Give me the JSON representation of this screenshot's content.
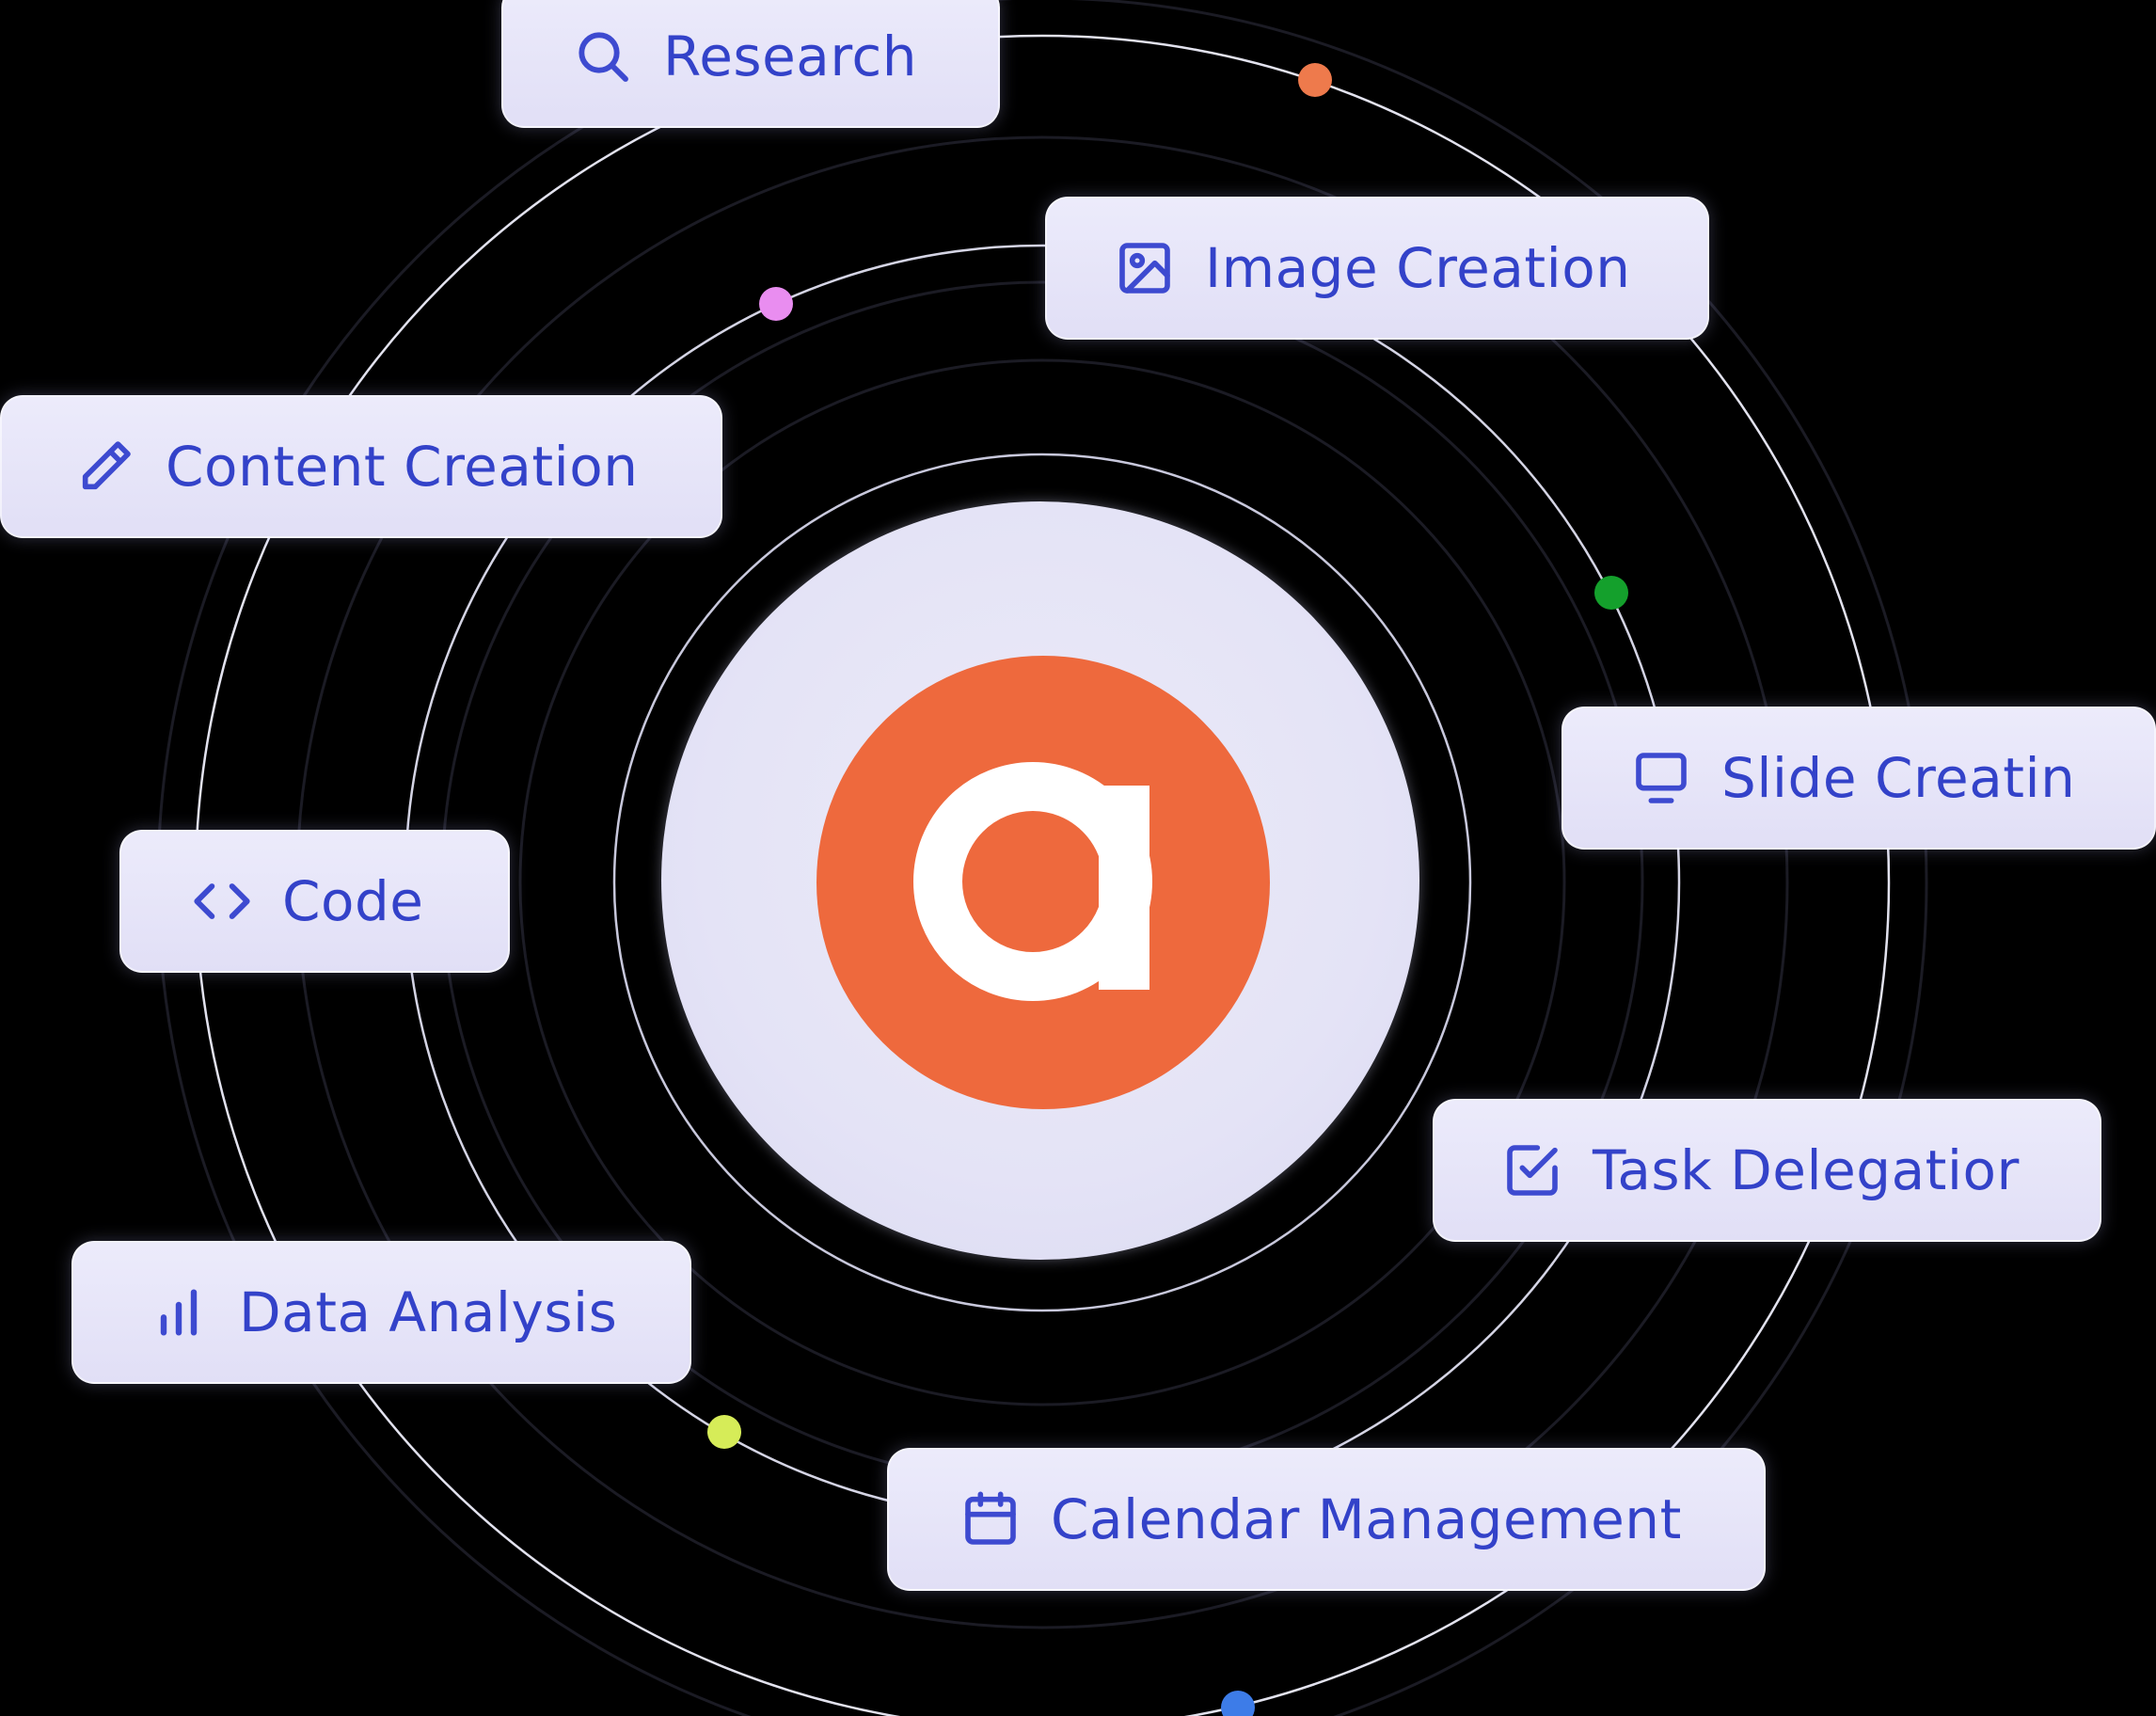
{
  "capabilities": [
    {
      "label": "Research",
      "icon": "search-icon"
    },
    {
      "label": "Image Creation",
      "icon": "image-icon"
    },
    {
      "label": "Content Creation",
      "icon": "pencil-icon"
    },
    {
      "label": "Slide Creatin",
      "icon": "monitor-icon"
    },
    {
      "label": "Code",
      "icon": "code-icon"
    },
    {
      "label": "Task Delegatior",
      "icon": "checkbox-icon"
    },
    {
      "label": "Data Analysis",
      "icon": "bar-chart-icon"
    },
    {
      "label": "Calendar Management",
      "icon": "calendar-icon"
    }
  ],
  "logo": {
    "icon": "brand-a-logo",
    "color": "#ee693d"
  },
  "colors": {
    "background": "#000000",
    "pill_text": "#3342c9",
    "dots": [
      "#ee7a4c",
      "#e98df0",
      "#14a02c",
      "#d6ec58",
      "#3d7ce8"
    ]
  }
}
